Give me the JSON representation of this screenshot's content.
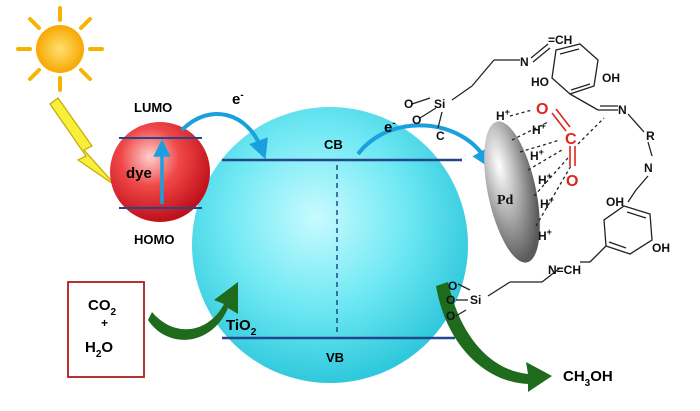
{
  "labels": {
    "lumo": "LUMO",
    "homo": "HOMO",
    "dye": "dye",
    "electron": "e",
    "electron_sup": "-",
    "cb": "CB",
    "vb": "VB",
    "tio2_main": "TiO",
    "tio2_sub": "2",
    "pd": "Pd",
    "co2_main": "CO",
    "co2_sub": "2",
    "plus": "+",
    "h2o_h": "H",
    "h2o_sub": "2",
    "h2o_o": "O",
    "product_ch": "CH",
    "product_sub": "3",
    "product_oh": "OH"
  },
  "chemistry": {
    "hplus": "H",
    "hplus_sup": "+",
    "co2_o": "O",
    "co2_c": "C",
    "si": "Si",
    "o": "O",
    "n": "N",
    "r": "R",
    "oh": "OH",
    "ho": "HO",
    "imine_top": "=CH",
    "imine_bottom": "N=CH",
    "c": "C"
  },
  "colors": {
    "sphere": "#63e4f0",
    "dye": "#e8202a",
    "arrow_blue": "#1aa0de",
    "arrow_green": "#1e6b1e",
    "co2_red": "#e0241e",
    "box_border": "#b01c1c",
    "band_line": "#23478a"
  }
}
